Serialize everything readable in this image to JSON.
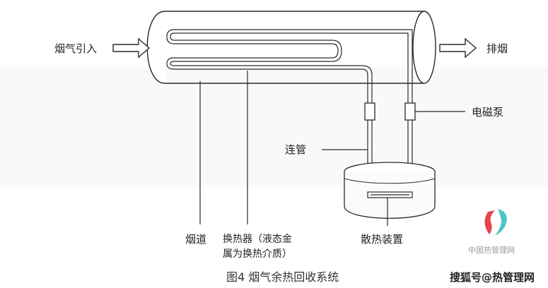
{
  "labels": {
    "flue_gas_in": "烟气引入",
    "exhaust": "排烟",
    "solenoid_pump": "电磁泵",
    "connecting_pipe": "连管",
    "flue": "烟道",
    "heat_exchanger_line1": "换热器（液态金",
    "heat_exchanger_line2": "属为换热介质）",
    "heat_dissipation_device": "散热装置"
  },
  "caption": "图4 烟气余热回收系统",
  "watermark": {
    "site": "中国热管理网",
    "source": "搜狐号@热管理网"
  },
  "colors": {
    "line": "#2a2a2a",
    "logo_red": "#e8454b",
    "logo_teal": "#4fc3c7"
  }
}
